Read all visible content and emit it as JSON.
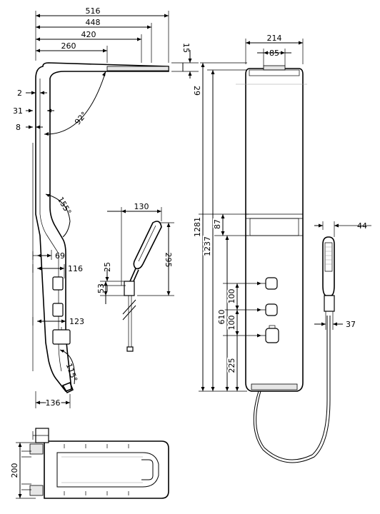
{
  "dimensions": {
    "side_516": "516",
    "side_448": "448",
    "side_420": "420",
    "side_260": "260",
    "side_15": "15",
    "side_29": "29",
    "side_2": "2",
    "side_31": "31",
    "side_8": "8",
    "angle_92": "92°",
    "angle_155": "155°",
    "side_69": "69",
    "side_116": "116",
    "side_123": "123",
    "angle_115": "115°",
    "side_136": "136",
    "front_214": "214",
    "front_85": "85",
    "front_1281": "1281",
    "front_1237": "1237",
    "front_87": "87",
    "front_610": "610",
    "front_225": "225",
    "front_100_top": "100",
    "front_100_bottom": "100",
    "hand_130": "130",
    "hand_295": "295",
    "hand_25": "25",
    "hand_53": "53",
    "handheld_44": "44",
    "handheld_37": "37",
    "top_200": "200"
  }
}
